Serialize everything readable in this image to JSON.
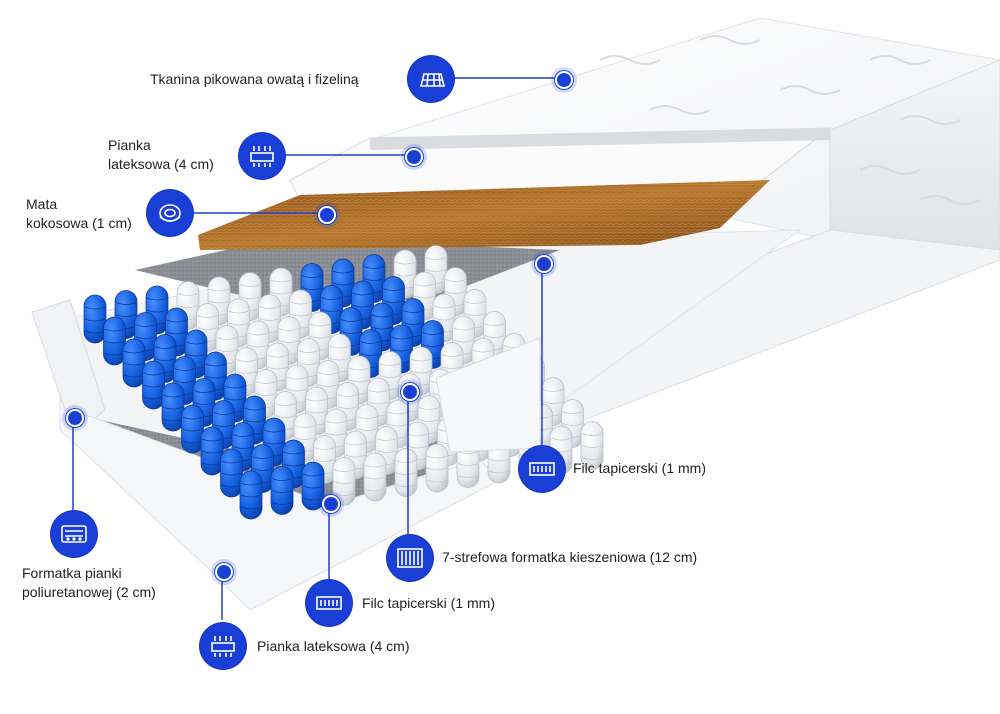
{
  "colors": {
    "accent": "#1a3fd6",
    "spring_blue": "#1565e0",
    "spring_white": "#e9ecf1",
    "coconut": "#a8692a",
    "felt": "#8a8e95"
  },
  "labels": {
    "top_fabric": "Tkanina pikowana owatą i fizeliną",
    "latex_top_line1": "Pianka",
    "latex_top_line2": "lateksowa (4 cm)",
    "coconut_line1": "Mata",
    "coconut_line2": "kokosowa (1 cm)",
    "felt_right": "Filc tapicerski (1 mm)",
    "pocket_springs": "7-strefowa formatka kieszeniowa (12 cm)",
    "felt_bottom": "Filc tapicerski (1 mm)",
    "latex_bottom": "Pianka lateksowa (4 cm)",
    "pu_foam_line1": "Formatka pianki",
    "pu_foam_line2": "poliuretanowej (2 cm)"
  },
  "icons": {
    "top_fabric": "quilted-fabric-icon",
    "latex_top": "latex-foam-icon",
    "coconut": "coconut-fiber-icon",
    "felt_right": "felt-icon",
    "pocket_springs": "pocket-springs-icon",
    "felt_bottom": "felt-icon",
    "latex_bottom": "latex-foam-icon",
    "pu_foam": "pu-foam-icon"
  }
}
